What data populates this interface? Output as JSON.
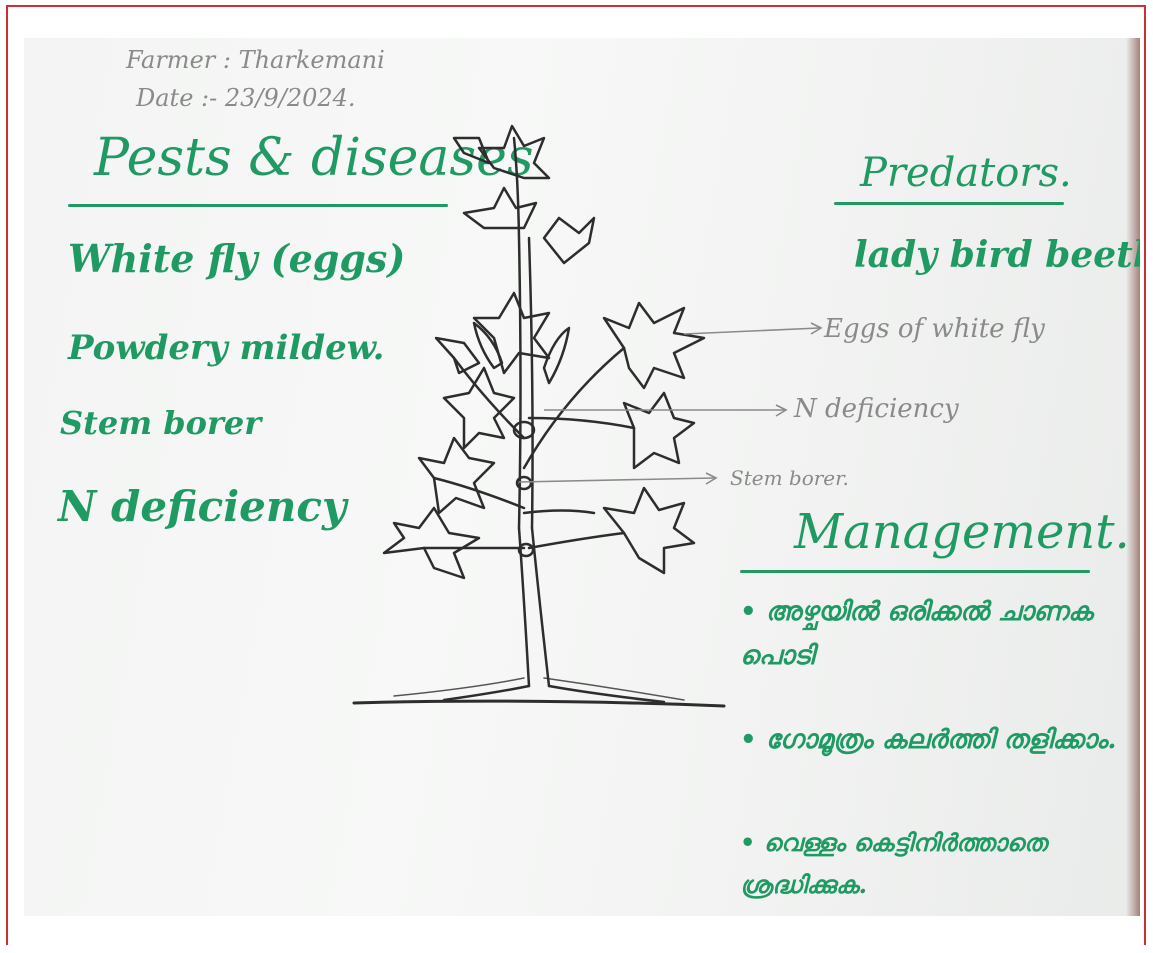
{
  "header": {
    "farmer_line": "Farmer : Tharkemani",
    "date_line": "Date :- 23/9/2024."
  },
  "pests_section": {
    "title": "Pests & diseases",
    "items": [
      "White fly (eggs)",
      "Powdery mildew.",
      "Stem borer",
      "N deficiency"
    ]
  },
  "predators_section": {
    "title": "Predators.",
    "items": [
      "lady bird beetle"
    ]
  },
  "plant_annotations": [
    "Eggs of white fly",
    "N deficiency",
    "Stem borer."
  ],
  "management_section": {
    "title": "Management.",
    "items": [
      "• അഴ്ചയിൽ ഒരിക്കൽ ചാണക പൊടി",
      "• ഗോമൂത്രം കലർത്തി തളിക്കാം.",
      "• വെള്ളം കെട്ടിനിർത്താതെ ശ്രദ്ധിക്കുക."
    ]
  },
  "colors": {
    "marker_green": "#1f9a63",
    "pencil_gray": "#8a8a8a",
    "frame_red": "#c8303a"
  }
}
